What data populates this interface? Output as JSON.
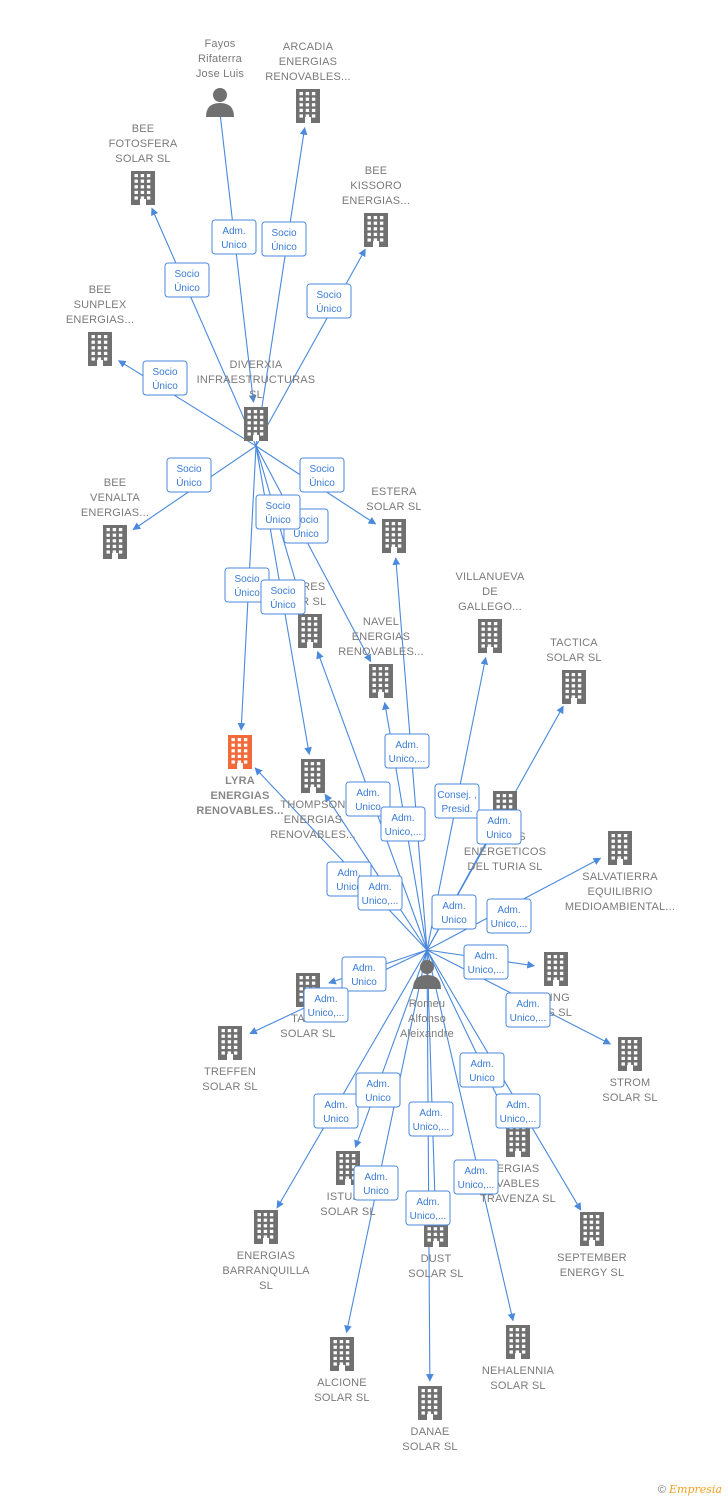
{
  "colors": {
    "edge": "#4a89dc",
    "building": "#707070",
    "focus": "#f26a3a",
    "person": "#707070"
  },
  "nodes": [
    {
      "id": "fayos",
      "type": "person",
      "lines": [
        "Fayos",
        "Rifaterra",
        "Jose Luis"
      ]
    },
    {
      "id": "arcadia",
      "type": "company",
      "lines": [
        "ARCADIA",
        "ENERGIAS",
        "RENOVABLES..."
      ]
    },
    {
      "id": "bee_foto",
      "type": "company",
      "lines": [
        "BEE",
        "FOTOSFERA",
        "SOLAR  SL"
      ]
    },
    {
      "id": "bee_kiss",
      "type": "company",
      "lines": [
        "BEE",
        "KISSORO",
        "ENERGIAS..."
      ]
    },
    {
      "id": "bee_sunplex",
      "type": "company",
      "lines": [
        "BEE",
        "SUNPLEX",
        "ENERGIAS..."
      ]
    },
    {
      "id": "diverxia",
      "type": "company",
      "lines": [
        "DIVERXIA",
        "INFRAESTRUCTURAS",
        "SL"
      ]
    },
    {
      "id": "bee_venalta",
      "type": "company",
      "lines": [
        "BEE",
        "VENALTA",
        "ENERGIAS..."
      ]
    },
    {
      "id": "estera",
      "type": "company",
      "lines": [
        "ESTERA",
        "SOLAR  SL"
      ]
    },
    {
      "id": "villanueva",
      "type": "company",
      "lines": [
        "VILLANUEVA",
        "DE",
        "GALLEGO..."
      ]
    },
    {
      "id": "cares",
      "type": "company",
      "lines": [
        "ARES",
        "AR  SL"
      ]
    },
    {
      "id": "navel",
      "type": "company",
      "lines": [
        "NAVEL",
        "ENERGIAS",
        "RENOVABLES..."
      ]
    },
    {
      "id": "tactica",
      "type": "company",
      "lines": [
        "TACTICA",
        "SOLAR  SL"
      ]
    },
    {
      "id": "lyra",
      "type": "focus",
      "lines": [
        "LYRA",
        "ENERGIAS",
        "RENOVABLES..."
      ]
    },
    {
      "id": "thompson",
      "type": "company",
      "lines": [
        "THOMPSON",
        "ENERGIAS",
        "RENOVABLES..."
      ]
    },
    {
      "id": "desarrollos",
      "type": "company",
      "lines": [
        "DE        LOS",
        "ENERGETICOS",
        "DEL  TURIA  SL"
      ]
    },
    {
      "id": "salvatierra",
      "type": "company",
      "lines": [
        "SALVATIERRA",
        "EQUILIBRIO",
        "MEDIOAMBIENTAL..."
      ]
    },
    {
      "id": "romeu",
      "type": "person",
      "lines": [
        "Romeu",
        "Alfonso",
        "Aleixandre"
      ]
    },
    {
      "id": "taino",
      "type": "company",
      "lines": [
        "TAINO",
        "SOLAR  SL"
      ]
    },
    {
      "id": "living",
      "type": "company",
      "lines": [
        "VING",
        "YS  SL"
      ]
    },
    {
      "id": "treffen",
      "type": "company",
      "lines": [
        "TREFFEN",
        "SOLAR  SL"
      ]
    },
    {
      "id": "strom",
      "type": "company",
      "lines": [
        "STROM",
        "SOLAR  SL"
      ]
    },
    {
      "id": "travenza",
      "type": "company",
      "lines": [
        "ERGIAS",
        "VABLES",
        "TRAVENZA  SL"
      ]
    },
    {
      "id": "isturgi",
      "type": "company",
      "lines": [
        "ISTURG",
        "SOLAR  SL"
      ]
    },
    {
      "id": "barranquilla",
      "type": "company",
      "lines": [
        "ENERGIAS",
        "BARRANQUILLA",
        "SL"
      ]
    },
    {
      "id": "dust",
      "type": "company",
      "lines": [
        "DUST",
        "SOLAR  SL"
      ]
    },
    {
      "id": "september",
      "type": "company",
      "lines": [
        "SEPTEMBER",
        "ENERGY  SL"
      ]
    },
    {
      "id": "alcione",
      "type": "company",
      "lines": [
        "ALCIONE",
        "SOLAR  SL"
      ]
    },
    {
      "id": "nehalennia",
      "type": "company",
      "lines": [
        "NEHALENNIA",
        "SOLAR  SL"
      ]
    },
    {
      "id": "danae",
      "type": "company",
      "lines": [
        "DANAE",
        "SOLAR  SL"
      ]
    }
  ],
  "edges": [
    {
      "from": "fayos",
      "to": "diverxia",
      "label": [
        "Adm.",
        "Unico"
      ]
    },
    {
      "from": "diverxia",
      "to": "arcadia",
      "label": [
        "Socio",
        "Único"
      ]
    },
    {
      "from": "diverxia",
      "to": "bee_foto",
      "label": [
        "Socio",
        "Único"
      ]
    },
    {
      "from": "diverxia",
      "to": "bee_kiss",
      "label": [
        "Socio",
        "Único"
      ]
    },
    {
      "from": "diverxia",
      "to": "bee_sunplex",
      "label": [
        "Socio",
        "Único"
      ]
    },
    {
      "from": "diverxia",
      "to": "bee_venalta",
      "label": [
        "Socio",
        "Único"
      ]
    },
    {
      "from": "diverxia",
      "to": "estera",
      "label": [
        "Socio",
        "Único"
      ]
    },
    {
      "from": "diverxia",
      "to": "cares",
      "label": [
        "Socio",
        "Único"
      ]
    },
    {
      "from": "diverxia",
      "to": "navel",
      "label": [
        "Socio",
        "Único"
      ]
    },
    {
      "from": "diverxia",
      "to": "lyra",
      "label": [
        "Socio",
        "Único"
      ]
    },
    {
      "from": "diverxia",
      "to": "thompson",
      "label": [
        "Socio",
        "Único"
      ]
    },
    {
      "from": "romeu",
      "to": "cares",
      "label": [
        "Adm.",
        "Unico"
      ]
    },
    {
      "from": "romeu",
      "to": "estera",
      "label": [
        "Adm.",
        "Unico,..."
      ]
    },
    {
      "from": "romeu",
      "to": "navel",
      "label": [
        "Adm.",
        "Unico,..."
      ]
    },
    {
      "from": "romeu",
      "to": "villanueva",
      "label": [
        "Consej. ,",
        "Presid."
      ]
    },
    {
      "from": "romeu",
      "to": "tactica",
      "label": [
        "Adm.",
        "Unico"
      ]
    },
    {
      "from": "romeu",
      "to": "thompson",
      "label": [
        "Adm.",
        "Unico"
      ]
    },
    {
      "from": "romeu",
      "to": "lyra",
      "label": [
        "Adm.",
        "Unico,..."
      ]
    },
    {
      "from": "romeu",
      "to": "desarrollos",
      "label": [
        "Adm.",
        "Unico"
      ]
    },
    {
      "from": "romeu",
      "to": "salvatierra",
      "label": [
        "Adm.",
        "Unico,..."
      ]
    },
    {
      "from": "romeu",
      "to": "living",
      "label": [
        "Adm.",
        "Unico,..."
      ]
    },
    {
      "from": "romeu",
      "to": "taino",
      "label": [
        "Adm.",
        "Unico"
      ]
    },
    {
      "from": "romeu",
      "to": "treffen",
      "label": [
        "Adm.",
        "Unico,..."
      ]
    },
    {
      "from": "romeu",
      "to": "strom",
      "label": [
        "Adm.",
        "Unico,..."
      ]
    },
    {
      "from": "romeu",
      "to": "isturgi",
      "label": [
        "Adm.",
        "Unico"
      ]
    },
    {
      "from": "romeu",
      "to": "barranquilla",
      "label": [
        "Adm.",
        "Unico"
      ]
    },
    {
      "from": "romeu",
      "to": "travenza",
      "label": [
        "Adm.",
        "Unico"
      ]
    },
    {
      "from": "romeu",
      "to": "september",
      "label": [
        "Adm.",
        "Unico,..."
      ]
    },
    {
      "from": "romeu",
      "to": "dust",
      "label": [
        "Adm.",
        "Unico"
      ]
    },
    {
      "from": "romeu",
      "to": "alcione",
      "label": [
        "Adm.",
        "Unico,..."
      ]
    },
    {
      "from": "romeu",
      "to": "nehalennia",
      "label": [
        "Adm.",
        "Unico,..."
      ]
    },
    {
      "from": "romeu",
      "to": "danae",
      "label": [
        "Adm.",
        "Unico,..."
      ]
    }
  ],
  "footer": {
    "copyright": "©",
    "brand": "Empresia"
  }
}
